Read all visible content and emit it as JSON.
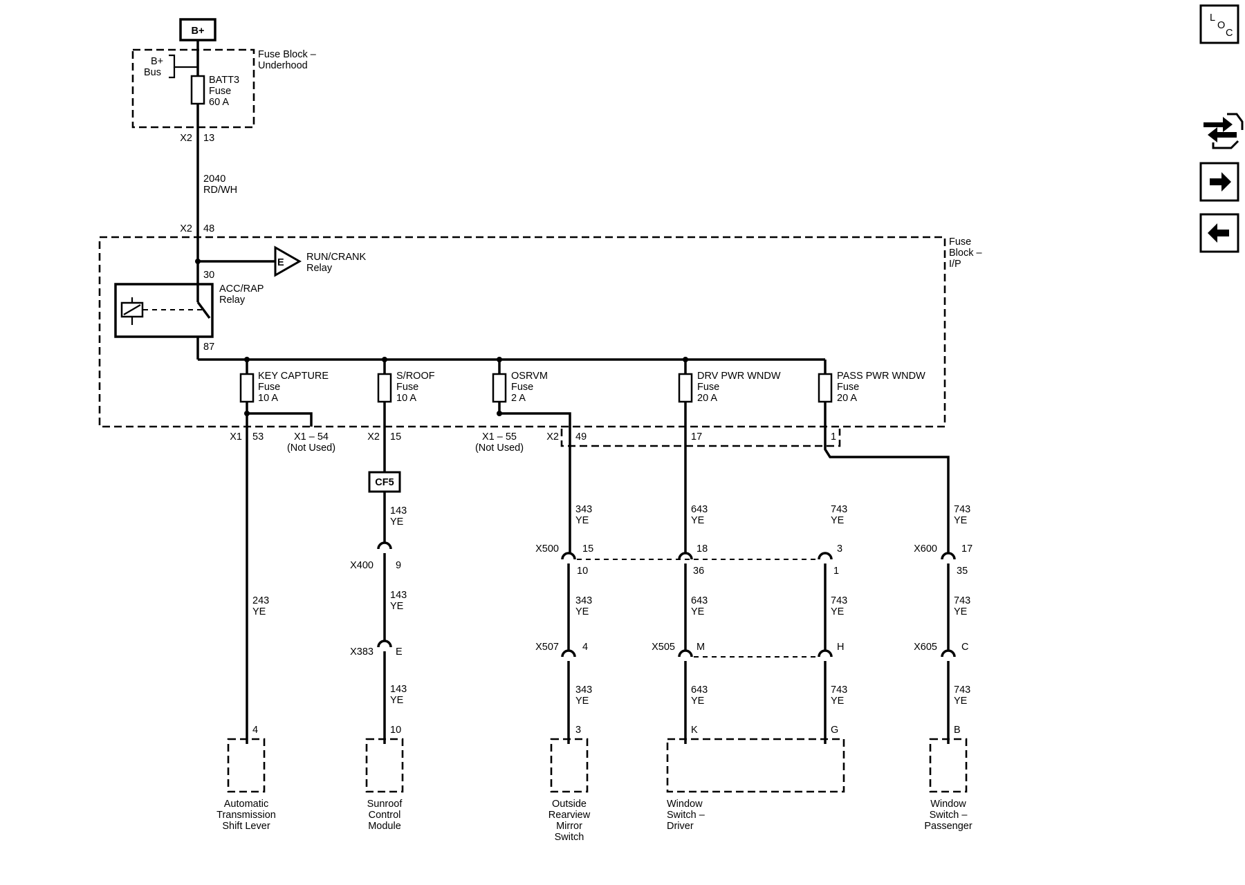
{
  "power_source": "B+",
  "fuse_block_underhood": {
    "label_lines": [
      "Fuse Block –",
      "Underhood"
    ],
    "bus_lines": [
      "B+",
      "Bus"
    ],
    "fuse_lines": [
      "BATT3",
      "Fuse",
      "60 A"
    ]
  },
  "feed": {
    "out_connector": "X2",
    "out_pin": "13",
    "circuit": "2040",
    "color": "RD/WH",
    "in_connector": "X2",
    "in_pin": "48"
  },
  "fuse_block_ip": {
    "label_lines": [
      "Fuse",
      "Block –",
      "I/P"
    ],
    "run_crank_symbol": "E",
    "run_crank_lines": [
      "RUN/CRANK",
      "Relay"
    ],
    "relay_lines": [
      "ACC/RAP",
      "Relay"
    ],
    "relay_pin_in": "30",
    "relay_pin_out": "87"
  },
  "fuses": [
    {
      "lines": [
        "KEY CAPTURE",
        "Fuse",
        "10 A"
      ]
    },
    {
      "lines": [
        "S/ROOF",
        "Fuse",
        "10 A"
      ]
    },
    {
      "lines": [
        "OSRVM",
        "Fuse",
        "2 A"
      ]
    },
    {
      "lines": [
        "DRV PWR WNDW",
        "Fuse",
        "20 A"
      ]
    },
    {
      "lines": [
        "PASS PWR WNDW",
        "Fuse",
        "20 A"
      ]
    }
  ],
  "ip_terminals": [
    {
      "connector": "X1",
      "pin": "53"
    },
    {
      "label": "X1 – 54",
      "note": "(Not Used)"
    },
    {
      "connector": "X2",
      "pin": "15"
    },
    {
      "label": "X1 – 55",
      "note": "(Not Used)"
    },
    {
      "connector": "X2",
      "pin": "49"
    },
    {
      "pin": "17"
    },
    {
      "pin": "1"
    }
  ],
  "splice": "CF5",
  "wires": [
    {
      "circuit": "243",
      "color": "YE"
    },
    {
      "circuit": "143",
      "color": "YE"
    },
    {
      "circuit": "143",
      "color": "YE"
    },
    {
      "circuit": "143",
      "color": "YE"
    },
    {
      "circuit": "343",
      "color": "YE"
    },
    {
      "circuit": "343",
      "color": "YE"
    },
    {
      "circuit": "343",
      "color": "YE"
    },
    {
      "circuit": "643",
      "color": "YE"
    },
    {
      "circuit": "643",
      "color": "YE"
    },
    {
      "circuit": "643",
      "color": "YE"
    },
    {
      "circuit": "743",
      "color": "YE"
    },
    {
      "circuit": "743",
      "color": "YE"
    },
    {
      "circuit": "743",
      "color": "YE"
    },
    {
      "circuit": "743",
      "color": "YE"
    },
    {
      "circuit": "743",
      "color": "YE"
    },
    {
      "circuit": "743",
      "color": "YE"
    }
  ],
  "inline_connectors": [
    {
      "connector": "X400",
      "pin_top": "",
      "pin_bottom": "9"
    },
    {
      "connector": "X383",
      "pin_top": "",
      "pin_bottom": "E"
    },
    {
      "connector": "X500",
      "pin_top": "15",
      "pin_bottom": "10"
    },
    {
      "connector": "",
      "pin_top": "18",
      "pin_bottom": "36"
    },
    {
      "connector": "",
      "pin_top": "3",
      "pin_bottom": "1"
    },
    {
      "connector": "X600",
      "pin_top": "17",
      "pin_bottom": "35"
    },
    {
      "connector": "X507",
      "pin_top": "4",
      "pin_bottom": ""
    },
    {
      "connector": "X505",
      "pin_top": "M",
      "pin_bottom": ""
    },
    {
      "connector": "",
      "pin_top": "H",
      "pin_bottom": ""
    },
    {
      "connector": "X605",
      "pin_top": "C",
      "pin_bottom": ""
    }
  ],
  "components": [
    {
      "pin": "4",
      "lines": [
        "Automatic",
        "Transmission",
        "Shift Lever"
      ]
    },
    {
      "pin": "10",
      "lines": [
        "Sunroof",
        "Control",
        "Module"
      ]
    },
    {
      "pin": "3",
      "lines": [
        "Outside",
        "Rearview",
        "Mirror",
        "Switch"
      ]
    },
    {
      "pin": "K",
      "pin2": "G",
      "lines": [
        "Window",
        "Switch –",
        "Driver"
      ]
    },
    {
      "pin": "B",
      "lines": [
        "Window",
        "Switch –",
        "Passenger"
      ]
    }
  ],
  "side_nav": {
    "loc_letters": [
      "L",
      "O",
      "C"
    ],
    "icons": [
      "location-icon",
      "connector-icon",
      "next-arrow-icon",
      "previous-arrow-icon"
    ]
  }
}
